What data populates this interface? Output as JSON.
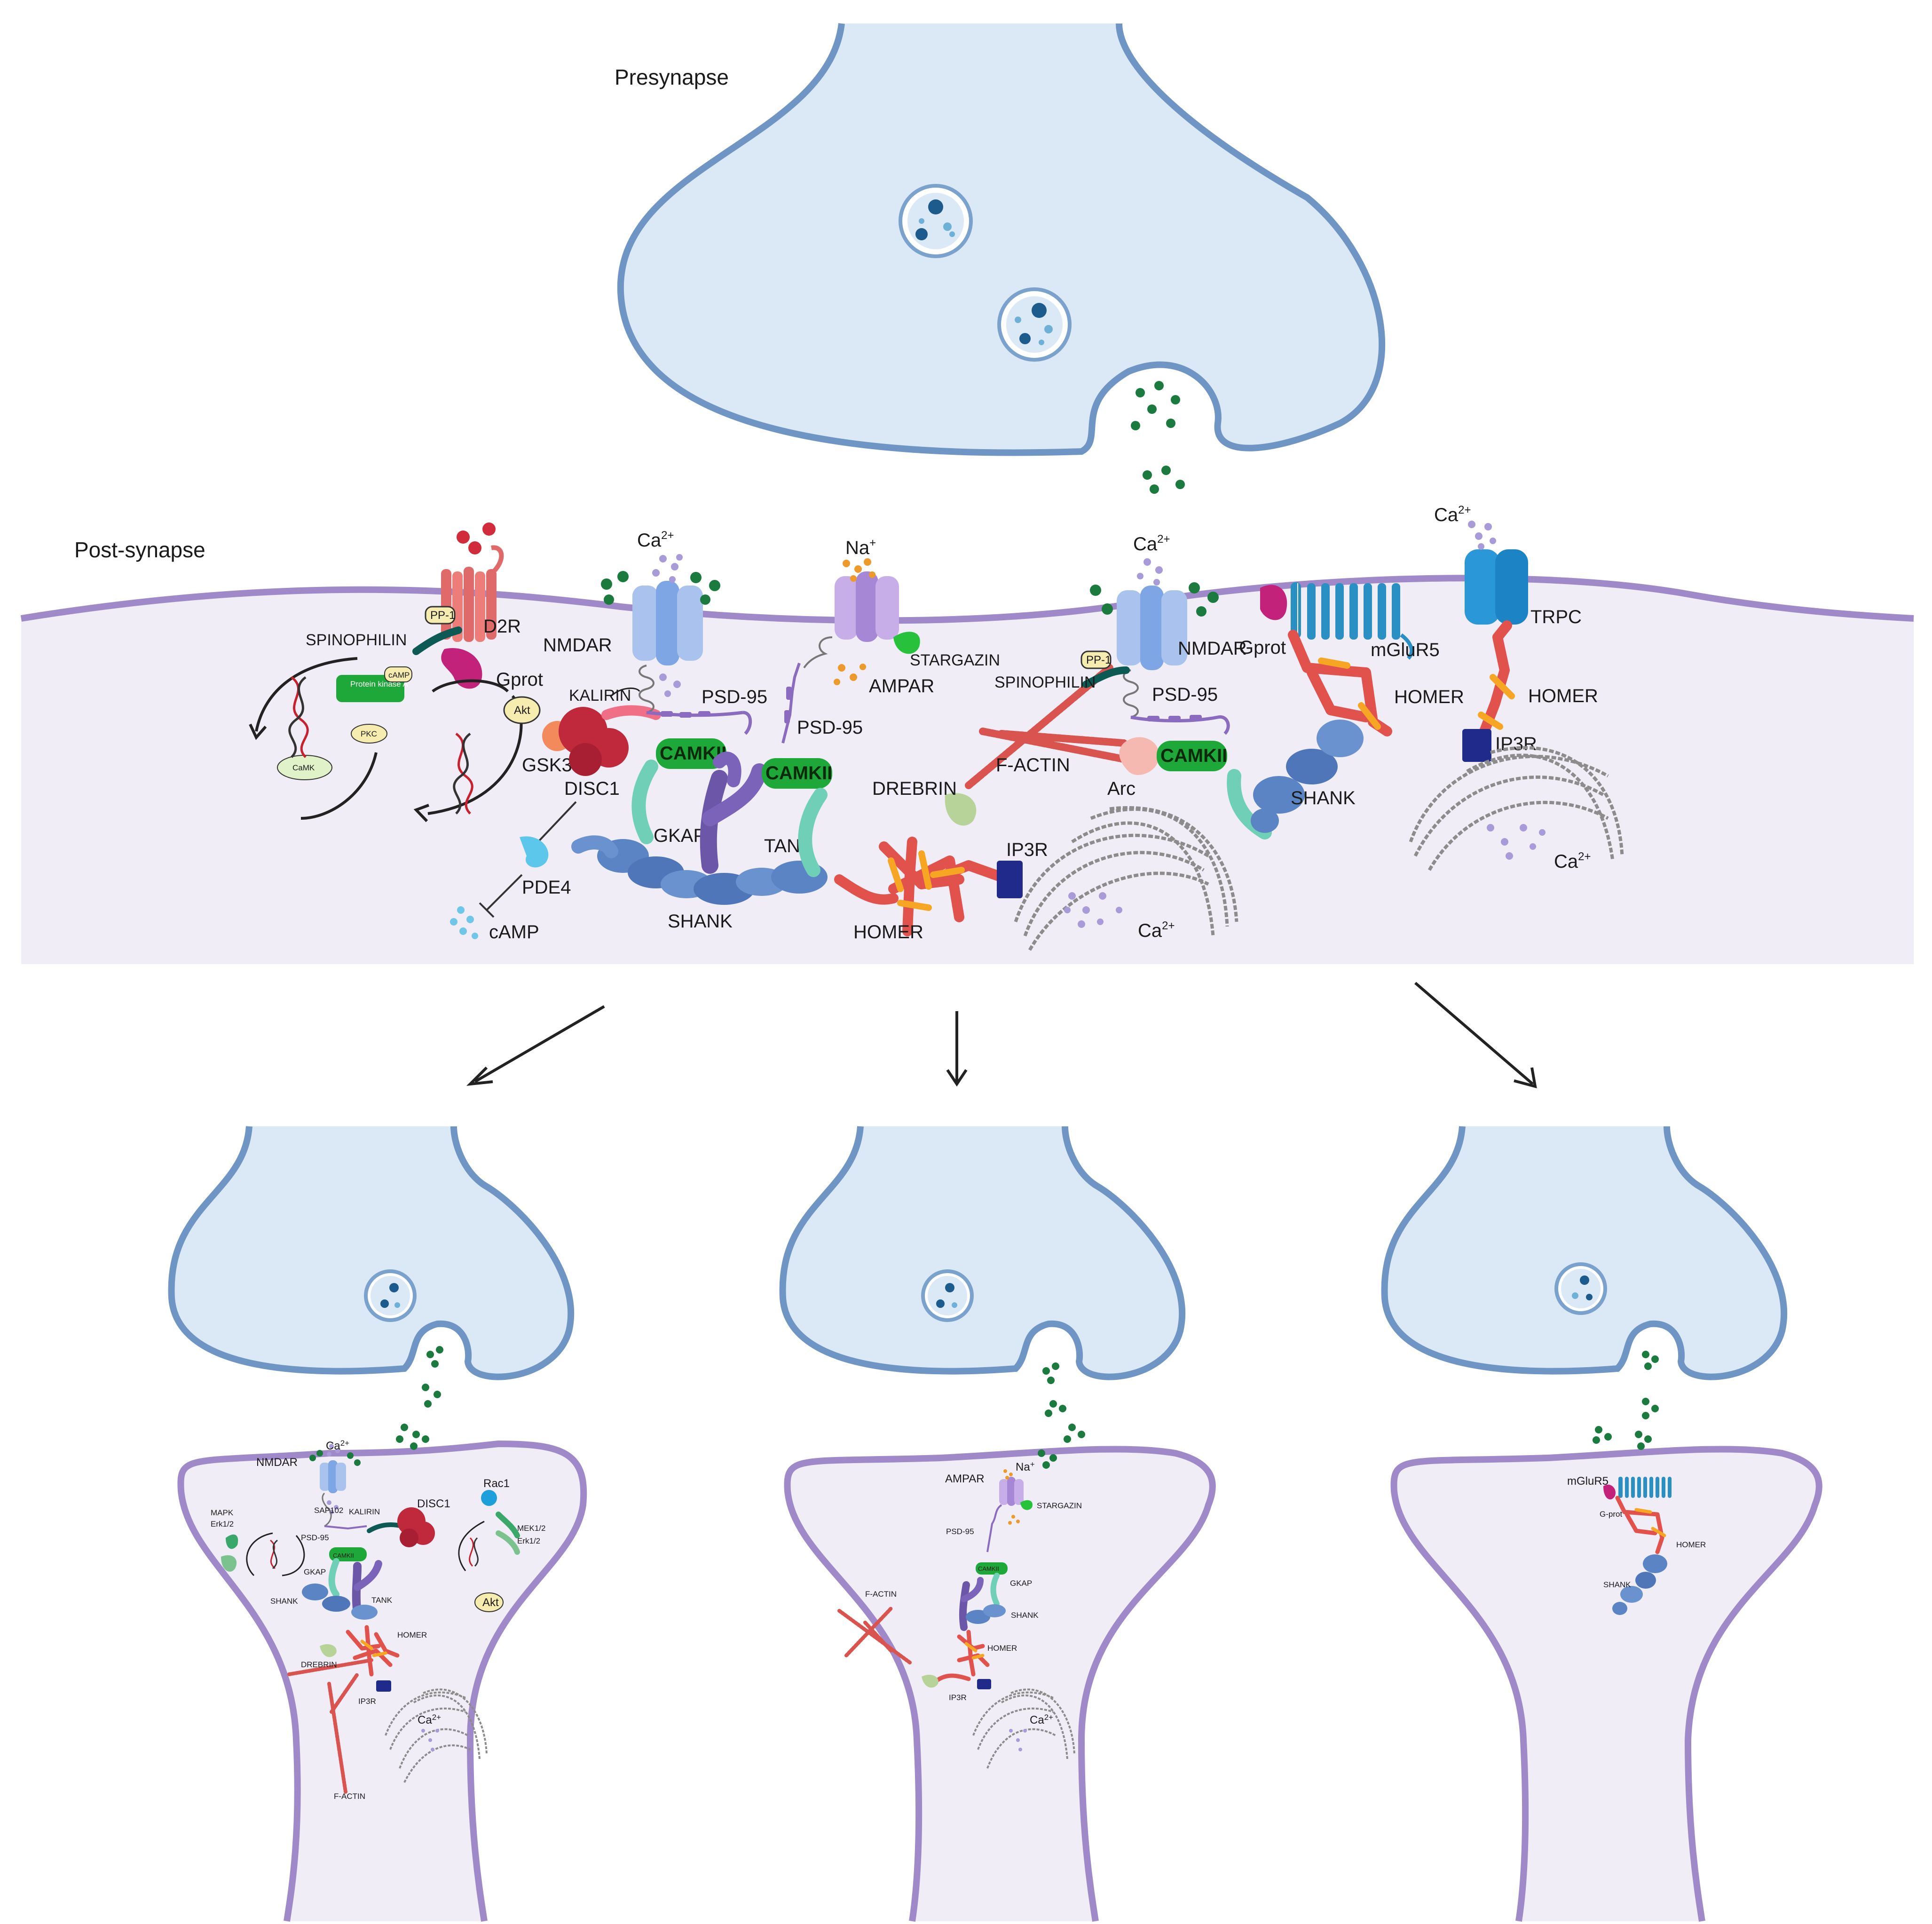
{
  "labels": {
    "presynapse": "Presynapse",
    "postsynapse": "Post-synapse",
    "d2r": "D2R",
    "pp1": "PP-1",
    "spinophilin": "SPINOPHILIN",
    "gprot": "Gprot",
    "pka": "Protein kinase A",
    "camp_small": "cAMP",
    "pkc": "PKC",
    "camk": "CaMK",
    "akt": "Akt",
    "gsk3": "GSK3",
    "disc1": "DISC1",
    "pde4": "PDE4",
    "camp": "cAMP",
    "ca_ion": "Ca",
    "ca_sup": "2+",
    "na_ion": "Na",
    "na_sup": "+",
    "nmdar": "NMDAR",
    "kalirin": "KALIRIN",
    "psd95": "PSD-95",
    "camkii": "CAMKII",
    "gkap": "GKAP",
    "tank": "TANK",
    "shank": "SHANK",
    "ampar": "AMPAR",
    "stargazin": "STARGAZIN",
    "homer": "HOMER",
    "ip3r": "IP3R",
    "drebrin": "DREBRIN",
    "factin": "F-ACTIN",
    "arc": "Arc",
    "mglur5": "mGluR5",
    "trpc": "TRPC"
  },
  "panel1": {
    "nmdar": "NMDAR",
    "ca_ion": "Ca",
    "ca_sup": "2+",
    "sap102": "SAP102",
    "kalirin": "KALIRIN",
    "disc1": "DISC1",
    "rac1": "Rac1",
    "mapk": "MAPK",
    "erk": "Erk1/2",
    "psd95": "PSD-95",
    "mek": "MEK1/2",
    "erk2": "Erk1/2",
    "gkap": "GKAP",
    "camkii": "CAMKII",
    "akt": "Akt",
    "shank": "SHANK",
    "tank": "TANK",
    "homer": "HOMER",
    "drebrin": "DREBRIN",
    "ip3r": "IP3R",
    "factin": "F-ACTIN"
  },
  "panel2": {
    "ampar": "AMPAR",
    "na_ion": "Na",
    "na_sup": "+",
    "stargazin": "STARGAZIN",
    "psd95": "PSD-95",
    "camkii": "CAMKII",
    "gkap": "GKAP",
    "shank": "SHANK",
    "factin": "F-ACTIN",
    "homer": "HOMER",
    "ip3r": "IP3R",
    "ca_ion": "Ca",
    "ca_sup": "2+"
  },
  "panel3": {
    "mglur5": "mGluR5",
    "gprot": "G-prot",
    "homer": "HOMER",
    "shank": "SHANK"
  },
  "colors": {
    "presynapse_fill": "#dbe9f6",
    "presynapse_membrane": "#6f95c4",
    "postsynapse_fill": "#f1edf7",
    "postsynapse_membrane": "#a089c8",
    "glutamate": "#1b7a3e",
    "calcium": "#a89bd8",
    "sodium": "#ee9a2a",
    "camkii": "#1fa83a",
    "shank": "#5a84c4",
    "homer": "#e2524c",
    "nmdar": "#a9c3ee",
    "ampar": "#b79ae0",
    "mglur5": "#2a8fc2",
    "trpc": "#2a98d8",
    "ip3r": "#1f2a8a",
    "disc1": "#c0283c"
  }
}
